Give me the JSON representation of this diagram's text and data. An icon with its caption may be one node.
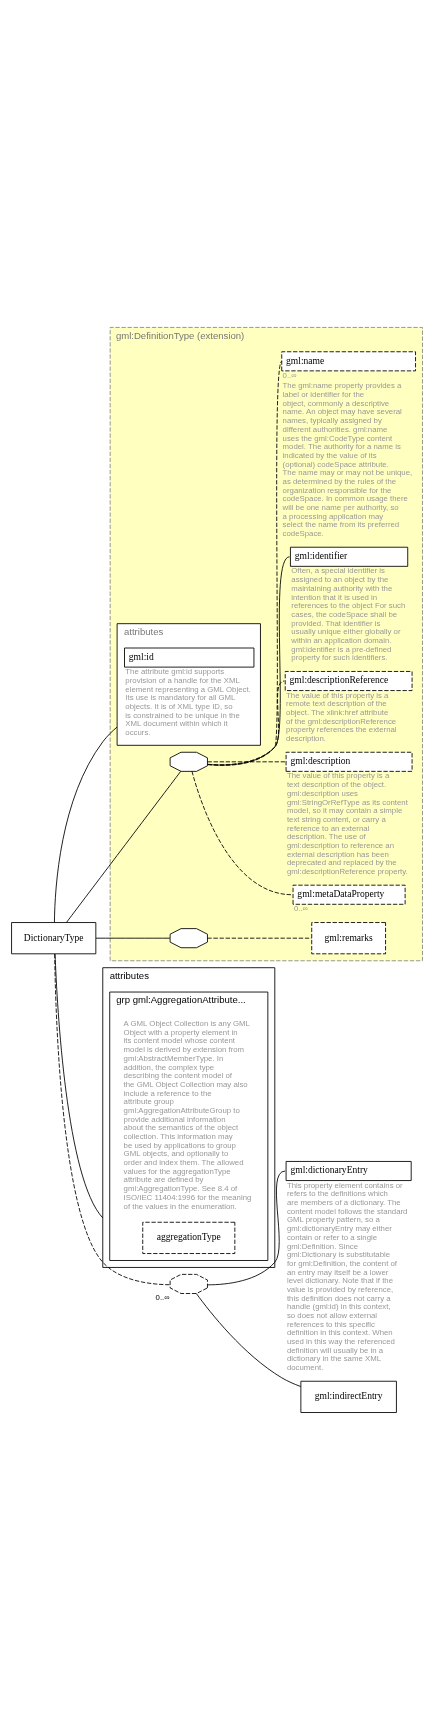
{
  "diagram": {
    "nodes": [
      {
        "text": [
          "DictionaryType"
        ]
      },
      {
        "text": [
          "gml:DefinitionType (extension)"
        ]
      },
      {
        "text": [
          "attributes"
        ],
        "in": 1
      },
      {
        "text": [
          "gml:id"
        ],
        "in": 2,
        "beside": [
          "The attribute gml:id supports provision of a handle for the XML element representing a GML Object. Its use is mandatory for all GML objects. It is of XML type ID, so is constrained to be unique in the XML document within which it occurs."
        ]
      },
      {
        "text": [],
        "shape": "octagon",
        "in": 1
      },
      {
        "text": [
          "gml:metaDataProperty"
        ],
        "in": 1,
        "beside": [
          "0..∞"
        ]
      },
      {
        "text": [
          "gml:description"
        ],
        "in": 1,
        "beside": [
          "The value of this property is a text description of the object. gml:description uses gml:StringOrRefType as its content model, so it may contain a simple text string content, or carry a reference to an external description. The use of gml:description to reference an external description has been deprecated and replaced by the gml:descriptionReference property."
        ]
      },
      {
        "text": [
          "gml:descriptionReference"
        ],
        "in": 1,
        "beside": [
          "The value of this property is a remote text description of the object. The xlink:href attribute of the gml:descriptionReference property references the external description."
        ]
      },
      {
        "text": [
          "gml:identifier"
        ],
        "in": 1,
        "beside": [
          "Often, a special identifier is assigned to an object by the maintaining authority with the intention that it is used in references to the object For such cases, the codeSpace shall be provided. That identifier is usually unique either globally or within an application domain. gml:identifier is a pre-defined property for such identifiers."
        ]
      },
      {
        "text": [
          "gml:name"
        ],
        "in": 1,
        "beside": [
          "0..∞",
          "The gml:name property provides a label or identifier for the object, commonly a descriptive name. An object may have several names, typically assigned by different authorities. gml:name uses the gml:CodeType content model. The authority for a name is indicated by the value of its (optional) codeSpace attribute. The name may or may not be unique, as determined by the rules of the organization responsible for the codeSpace. In common usage there will be one name per authority, so a processing application may select the name from its preferred codeSpace."
        ]
      },
      {
        "text": [],
        "shape": "octagon",
        "in": 1
      },
      {
        "text": [
          "gml:remarks"
        ],
        "in": 1
      },
      {
        "text": [
          "attributes"
        ]
      },
      {
        "text": [
          "grp gml:AggregationAttribute..."
        ],
        "in": 12,
        "beside": [
          "A GML Object Collection is any GML Object with a property element in its content model whose content model is derived by extension from gml:AbstractMemberType. In addition, the complex type describing the content model of the GML Object Collection may also include a reference to the attribute group gml:AggregationAttributeGroup to provide additional information about the semantics of the object collection. This information may be used by applications to group GML objects, and optionally to order and index them. The allowed values for the aggregationType attribute are defined by gml:AggregationType. See 8.4 of ISO/IEC 11404:1996 for the meaning of the values in the enumeration."
        ]
      },
      {
        "text": [
          "aggregationType"
        ],
        "in": 13
      },
      {
        "text": [],
        "shape": "octagon",
        "beside": [
          "0..∞"
        ]
      },
      {
        "text": [
          "gml:dictionaryEntry"
        ],
        "beside": [
          "This property element contains or refers to the definitions which are members of a dictionary. The content model follows the standard GML property pattern, so a gml:dictionaryEntry may either contain or refer to a single gml:Definition. Since gml:Dictionary is substitutable for gml:Definition, the content of an entry may itself be a lower level dictionary. Note that if the value is provided by reference, this definition does not carry a handle (gml:id) in this context, so does not allow external references to this specific definition in this context. When used in this way the referenced definition will usually be in a dictionary in the same XML document."
        ]
      },
      {
        "text": [
          "gml:indirectEntry"
        ]
      }
    ],
    "edges": [
      {
        "from": 0,
        "to": 2,
        "arrow": "none"
      },
      {
        "from": 0,
        "to": 4,
        "arrow": "none"
      },
      {
        "from": 4,
        "to": 5,
        "arrow": "none",
        "style": "dashed"
      },
      {
        "from": 4,
        "to": 6,
        "arrow": "none",
        "style": "dashed"
      },
      {
        "from": 4,
        "to": 7,
        "arrow": "none",
        "style": "dashed"
      },
      {
        "from": 4,
        "to": 8,
        "arrow": "none"
      },
      {
        "from": 4,
        "to": 9,
        "arrow": "none",
        "style": "dashed"
      },
      {
        "from": 0,
        "to": 10,
        "arrow": "none"
      },
      {
        "from": 10,
        "to": 11,
        "arrow": "none",
        "style": "dashed"
      },
      {
        "from": 0,
        "to": 12,
        "arrow": "none"
      },
      {
        "from": 0,
        "to": 15,
        "arrow": "none",
        "style": "dashed"
      },
      {
        "from": 15,
        "to": 16,
        "arrow": "none"
      },
      {
        "from": 15,
        "to": 17,
        "arrow": "none"
      }
    ]
  }
}
